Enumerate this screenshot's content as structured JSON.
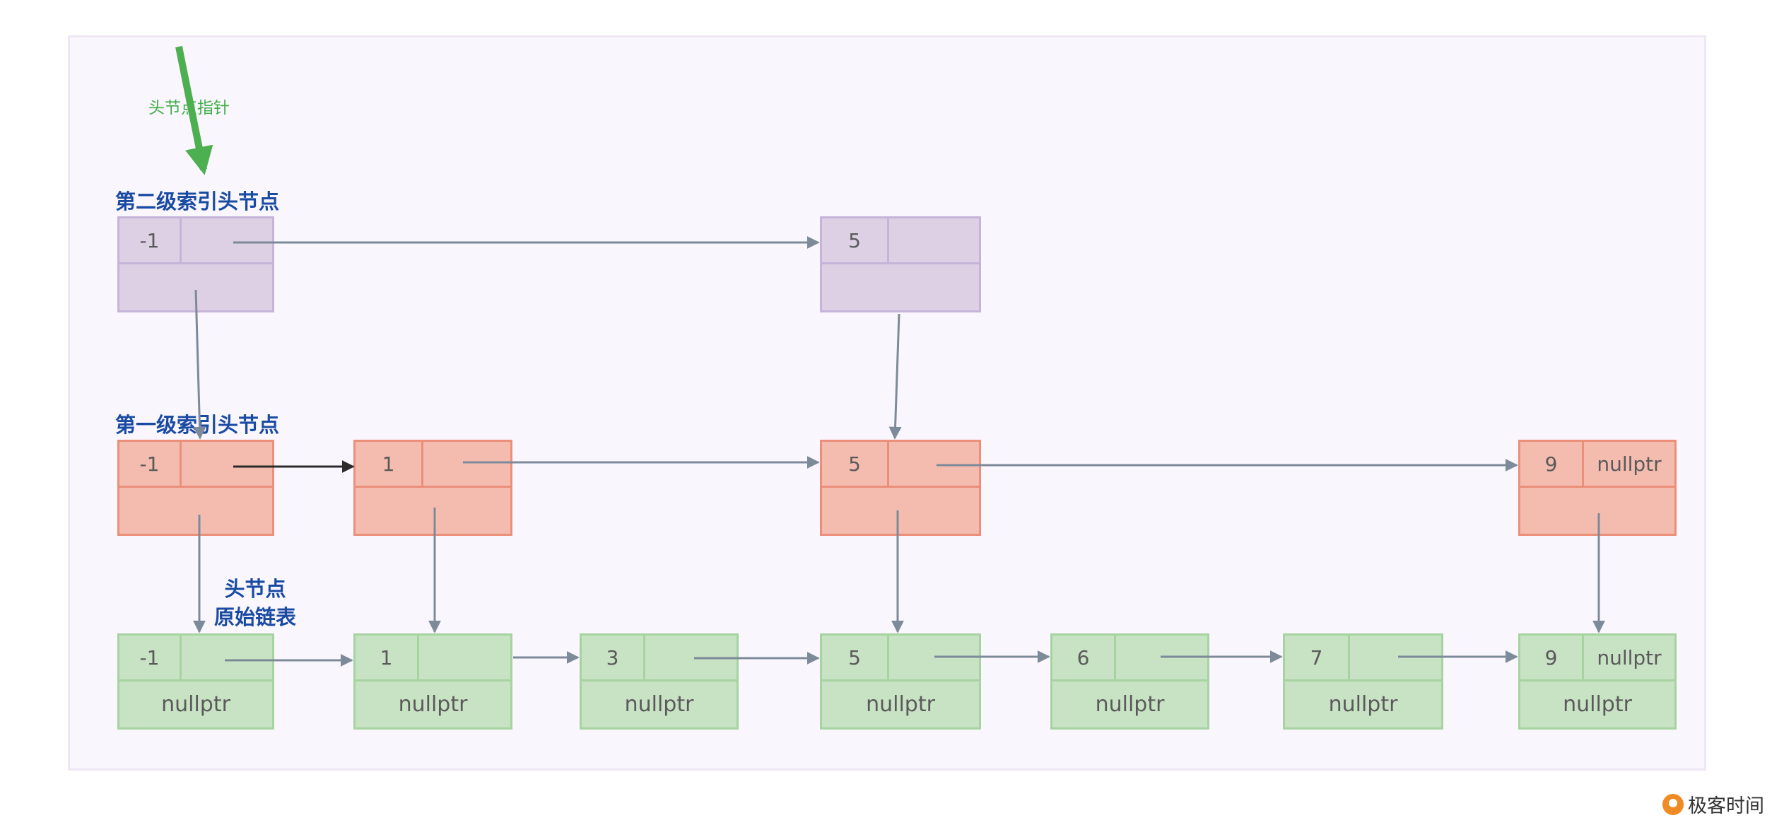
{
  "labels": {
    "head_pointer": "头节点指针",
    "level2_head": "第二级索引头节点",
    "level1_head": "第一级索引头节点",
    "head_node": "头节点",
    "original_list": "原始链表"
  },
  "null_text": "nullptr",
  "levels": {
    "level2": [
      {
        "value": "-1",
        "next": ""
      },
      {
        "value": "5",
        "next": ""
      }
    ],
    "level1": [
      {
        "value": "-1",
        "next": ""
      },
      {
        "value": "1",
        "next": ""
      },
      {
        "value": "5",
        "next": ""
      },
      {
        "value": "9",
        "next": "nullptr"
      }
    ],
    "level0": [
      {
        "value": "-1",
        "next": "",
        "down": "nullptr"
      },
      {
        "value": "1",
        "next": "",
        "down": "nullptr"
      },
      {
        "value": "3",
        "next": "",
        "down": "nullptr"
      },
      {
        "value": "5",
        "next": "",
        "down": "nullptr"
      },
      {
        "value": "6",
        "next": "",
        "down": "nullptr"
      },
      {
        "value": "7",
        "next": "",
        "down": "nullptr"
      },
      {
        "value": "9",
        "next": "nullptr",
        "down": "nullptr"
      }
    ]
  },
  "colors": {
    "level2_fill": "#ddd0e5",
    "level1_fill": "#f3bcae",
    "level0_fill": "#c8e2c4",
    "arrow": "#7d8a99",
    "highlight_arrow": "#2b2b2b",
    "head_pointer_arrow": "#4caf50",
    "label_blue": "#1a4ba3"
  },
  "logo": {
    "text": "极客时间"
  }
}
